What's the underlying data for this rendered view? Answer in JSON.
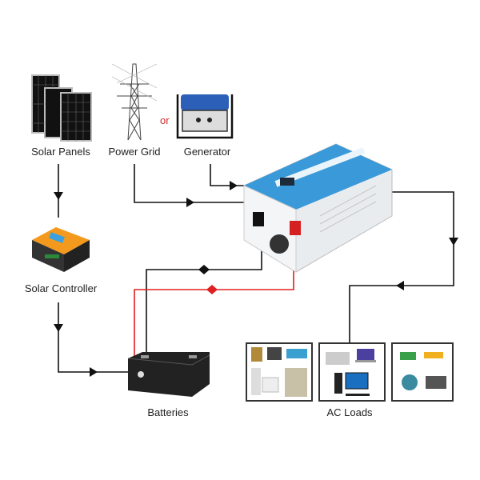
{
  "labels": {
    "solar_panels": "Solar Panels",
    "power_grid": "Power Grid",
    "or": "or",
    "generator": "Generator",
    "solar_controller": "Solar Controller",
    "batteries": "Batteries",
    "ac_loads": "AC Loads"
  },
  "colors": {
    "wire_black": "#111111",
    "wire_red": "#e02020",
    "inverter_blue": "#3a9ad9",
    "controller_orange": "#f39a1e"
  }
}
